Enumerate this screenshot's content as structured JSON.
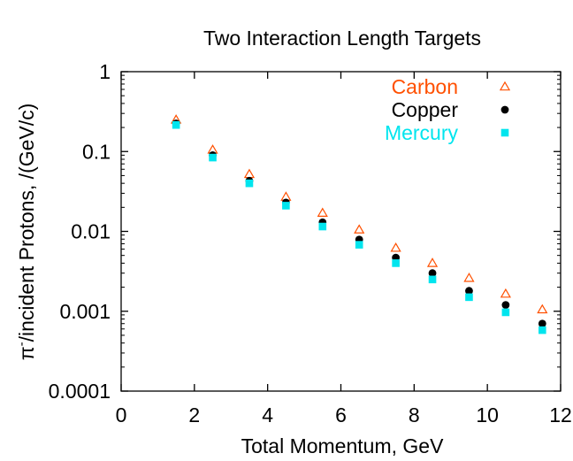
{
  "chart_data": {
    "type": "scatter",
    "title": "Two Interaction Length Targets",
    "xlabel": "Total Momentum, GeV",
    "ylabel_symbol": "π",
    "ylabel_superscript": "-",
    "ylabel_rest": "/incident Protons, /(GeV/c)",
    "x_scale": "linear",
    "y_scale": "log",
    "xlim": [
      0,
      12
    ],
    "ylim": [
      0.0001,
      1
    ],
    "x_ticks": [
      {
        "value": 0,
        "label": "0"
      },
      {
        "value": 2,
        "label": "2"
      },
      {
        "value": 4,
        "label": "4"
      },
      {
        "value": 6,
        "label": "6"
      },
      {
        "value": 8,
        "label": "8"
      },
      {
        "value": 10,
        "label": "10"
      },
      {
        "value": 12,
        "label": "12"
      }
    ],
    "y_ticks": [
      {
        "value": 1,
        "label": "1"
      },
      {
        "value": 0.1,
        "label": "0.1"
      },
      {
        "value": 0.01,
        "label": "0.01"
      },
      {
        "value": 0.001,
        "label": "0.001"
      },
      {
        "value": 0.0001,
        "label": "0.0001"
      }
    ],
    "grid": false,
    "legend_position": "top-right",
    "x": [
      1.5,
      2.5,
      3.5,
      4.5,
      5.5,
      6.5,
      7.5,
      8.5,
      9.5,
      10.5,
      11.5
    ],
    "series": [
      {
        "name": "Carbon",
        "marker": "triangle-open",
        "color": "#ff5000",
        "values": [
          0.25,
          0.105,
          0.052,
          0.027,
          0.017,
          0.0105,
          0.0062,
          0.004,
          0.0026,
          0.00165,
          0.00105
        ]
      },
      {
        "name": "Copper",
        "marker": "circle-filled",
        "color": "#000000",
        "values": [
          0.225,
          0.09,
          0.043,
          0.023,
          0.013,
          0.0079,
          0.0047,
          0.003,
          0.0018,
          0.0012,
          0.0007
        ]
      },
      {
        "name": "Mercury",
        "marker": "square-filled",
        "color": "#00e5ee",
        "values": [
          0.215,
          0.084,
          0.04,
          0.021,
          0.0115,
          0.0068,
          0.004,
          0.0025,
          0.0015,
          0.00097,
          0.00058
        ]
      }
    ]
  }
}
